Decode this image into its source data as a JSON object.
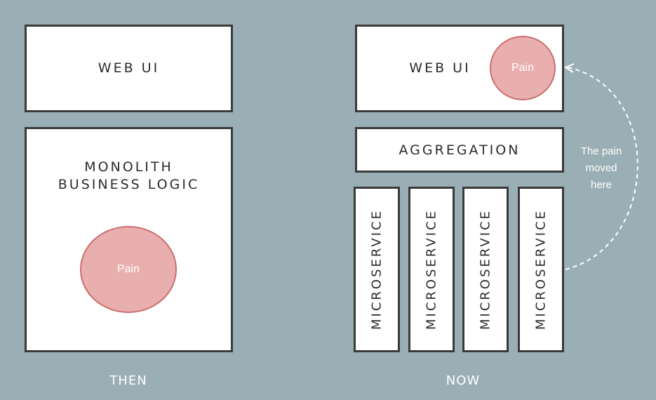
{
  "then": {
    "web_ui": "WEB UI",
    "monolith": "MONOLITH\nBUSINESS LOGIC",
    "pain": "Pain",
    "caption": "THEN"
  },
  "now": {
    "web_ui": "WEB UI",
    "pain": "Pain",
    "aggregation": "AGGREGATION",
    "microservices": [
      "MICROSERVICE",
      "MICROSERVICE",
      "MICROSERVICE",
      "MICROSERVICE"
    ],
    "caption": "NOW",
    "note": "The pain\nmoved\nhere"
  },
  "colors": {
    "background": "#9aafb5",
    "box_fill": "#ffffff",
    "box_border": "#3a3a3a",
    "pain_fill": "#e9aeae",
    "pain_border": "#cc6e6e",
    "arrow": "#ffffff"
  }
}
